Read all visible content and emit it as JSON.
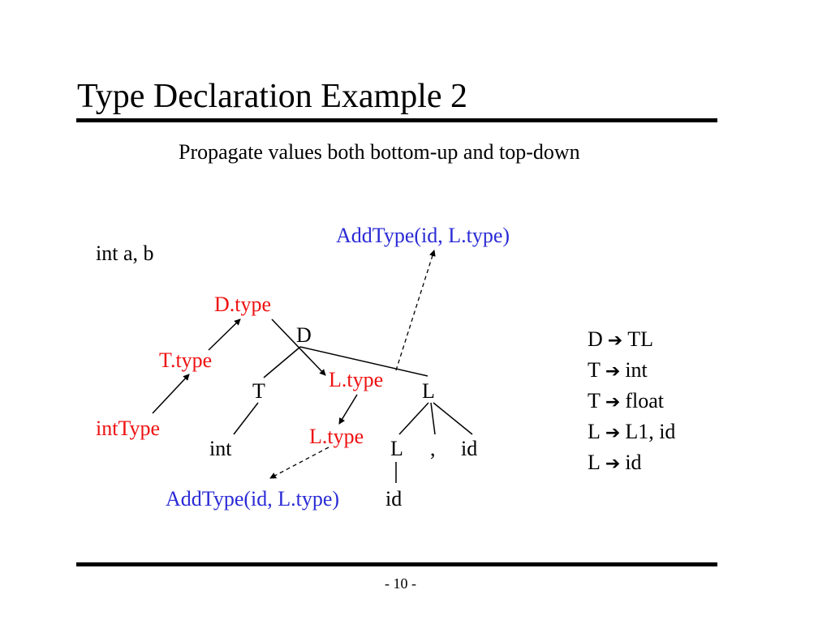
{
  "slide": {
    "title": "Type Declaration Example 2",
    "subtitle": "Propagate values both bottom-up and top-down",
    "page_number": "- 10 -"
  },
  "colors": {
    "attribute": "#ee1111",
    "action": "#2b2bd6",
    "text": "#000000"
  },
  "declaration": "int a, b",
  "tree": {
    "nodes": {
      "D": "D",
      "T": "T",
      "L_top": "L",
      "int": "int",
      "L_inner": "L",
      "comma": ",",
      "id_right": "id",
      "id_bottom": "id"
    },
    "attributes": {
      "d_type": "D.type",
      "t_type": "T.type",
      "int_type": "intType",
      "l_type_upper": "L.type",
      "l_type_lower": "L.type"
    },
    "actions": {
      "add_type_top": "AddType(id, L.type)",
      "add_type_bottom": "AddType(id, L.type)"
    }
  },
  "grammar": {
    "arrow_icon": "right-arrow-icon",
    "rules": [
      {
        "lhs": "D",
        "rhs": "TL"
      },
      {
        "lhs": "T",
        "rhs": "int"
      },
      {
        "lhs": "T",
        "rhs": "float"
      },
      {
        "lhs": "L",
        "rhs": "L1, id"
      },
      {
        "lhs": "L",
        "rhs": "id"
      }
    ]
  }
}
